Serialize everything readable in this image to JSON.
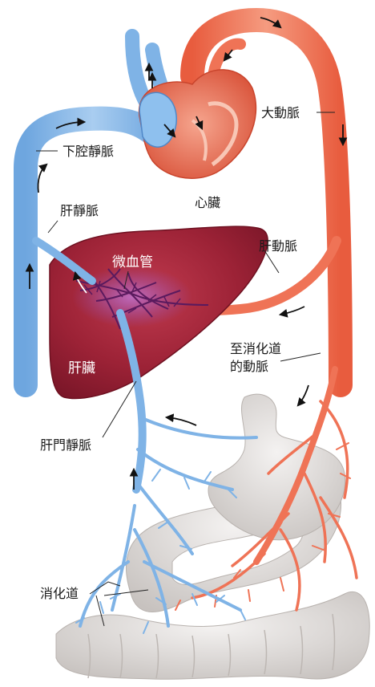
{
  "labels": {
    "ivc": "下腔靜脈",
    "aorta": "大動脈",
    "heart": "心臟",
    "hepatic_vein": "肝靜脈",
    "hepatic_artery": "肝動脈",
    "capillary": "微血管",
    "digestive_artery_1": "至消化道",
    "digestive_artery_2": "的動脈",
    "liver": "肝臟",
    "portal_vein": "肝門靜脈",
    "digestive_tract": "消化道"
  },
  "colors": {
    "vein": "#7fb3e6",
    "vein_dark": "#4f88c9",
    "artery": "#ef7356",
    "artery_dark": "#d9482f",
    "liver": "#9c2236",
    "organ": "#dcd8d6",
    "heart": "#e8806a",
    "arrow": "#111111"
  }
}
